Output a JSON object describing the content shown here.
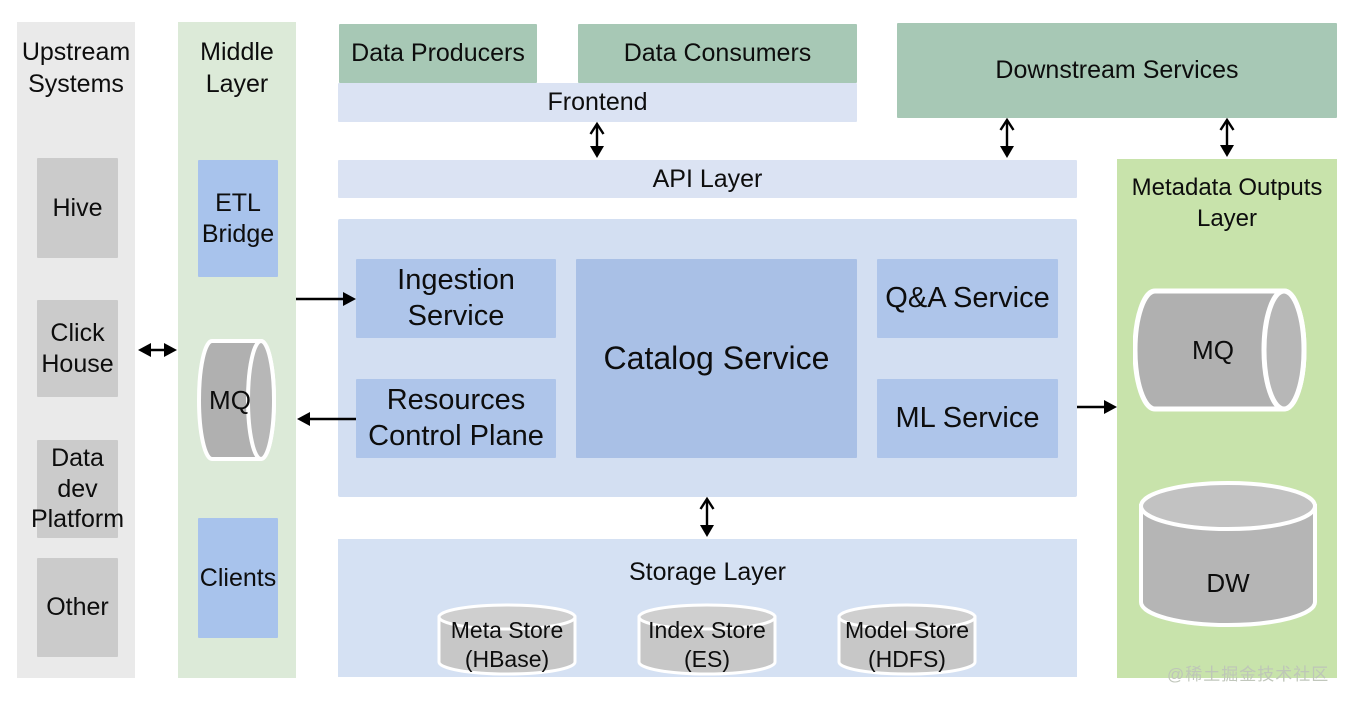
{
  "upstream": {
    "title": "Upstream\nSystems",
    "items": [
      "Hive",
      "Click\nHouse",
      "Data\ndev\nPlatform",
      "Other"
    ]
  },
  "middle": {
    "title": "Middle\nLayer",
    "etl_bridge": "ETL\nBridge",
    "mq": "MQ",
    "clients": "Clients"
  },
  "top_flow": {
    "data_producers": "Data Producers",
    "data_consumers": "Data Consumers",
    "frontend": "Frontend",
    "api_layer": "API Layer"
  },
  "core": {
    "ingestion": "Ingestion\nService",
    "catalog": "Catalog Service",
    "qa": "Q&A Service",
    "resources": "Resources\nControl Plane",
    "ml": "ML Service"
  },
  "storage": {
    "title": "Storage Layer",
    "stores": [
      "Meta Store\n(HBase)",
      "Index Store\n(ES)",
      "Model Store\n(HDFS)"
    ]
  },
  "downstream": {
    "title": "Downstream Services"
  },
  "metadata_outputs": {
    "title": "Metadata Outputs\nLayer",
    "mq": "MQ",
    "dw": "DW"
  },
  "watermark": "@稀土掘金技术社区",
  "colors": {
    "upstream_column": "#eaeaea",
    "upstream_box": "#cbcbcb",
    "middle_column": "#dcead8",
    "client_blue_box": "#a8c3ec",
    "sage_green_box": "#a7c8b5",
    "flow_bar_blue": "#dbe3f3",
    "core_box_blue": "#d3dff2",
    "service_box_blue": "#aec5ea",
    "catalog_box_blue": "#a9c0e6",
    "metadata_column_green": "#c8e3ab",
    "cylinder_gray": "#b0b0b0",
    "store_cylinder_gray": "#c7c7c7",
    "arrow_black": "#000000"
  }
}
